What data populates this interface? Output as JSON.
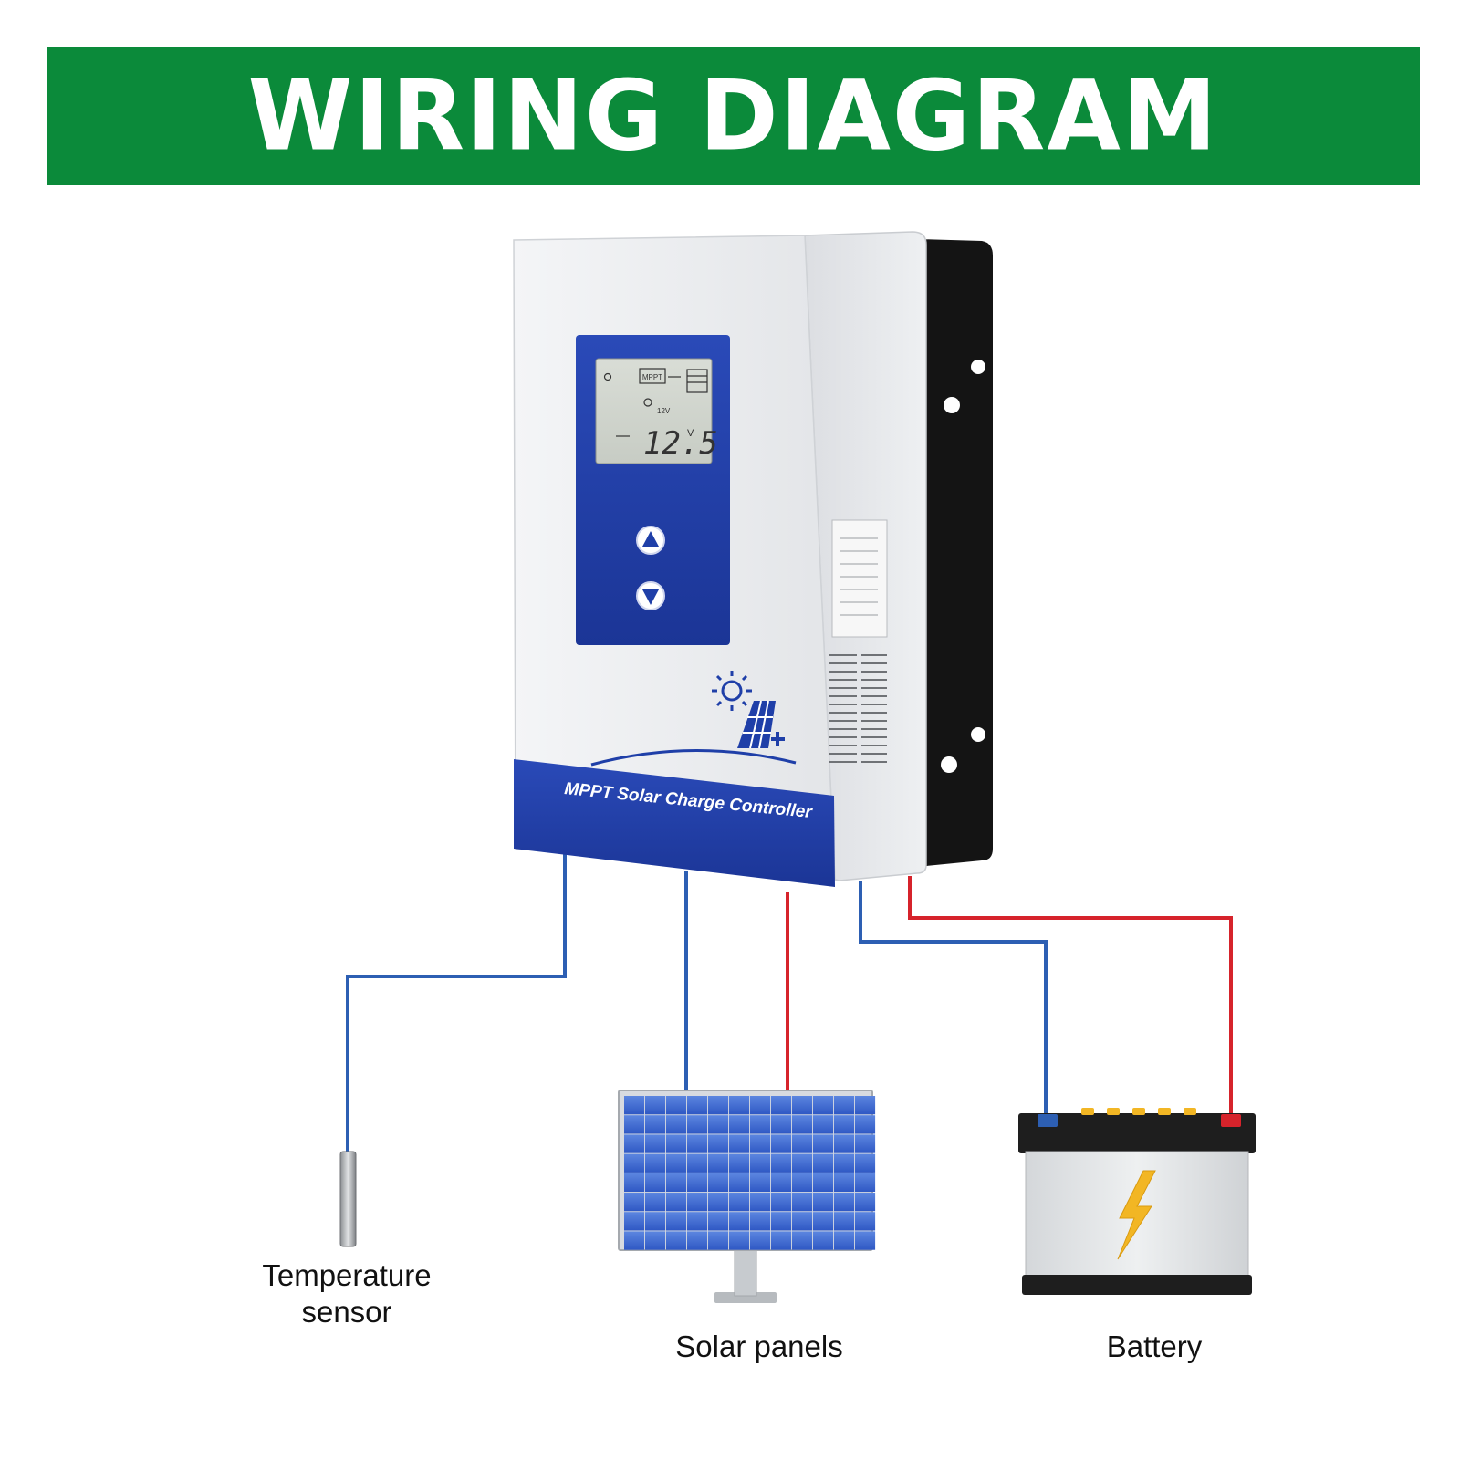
{
  "banner": {
    "title": "WIRING DIAGRAM",
    "color": "#0b8a3a"
  },
  "controller": {
    "product_label": "MPPT Solar Charge Controller",
    "display": {
      "voltage": "12.5",
      "unit": "V",
      "system_voltage": "12V",
      "mode": "MPPT"
    },
    "body_color": "#e9ebee",
    "panel_color": "#1f3fa8"
  },
  "components": {
    "temperature_sensor": {
      "label_line1": "Temperature",
      "label_line2": "sensor"
    },
    "solar_panels": {
      "label": "Solar panels"
    },
    "battery": {
      "label": "Battery"
    }
  },
  "wires": {
    "negative_color": "#2d5fb3",
    "positive_color": "#d6232b"
  }
}
